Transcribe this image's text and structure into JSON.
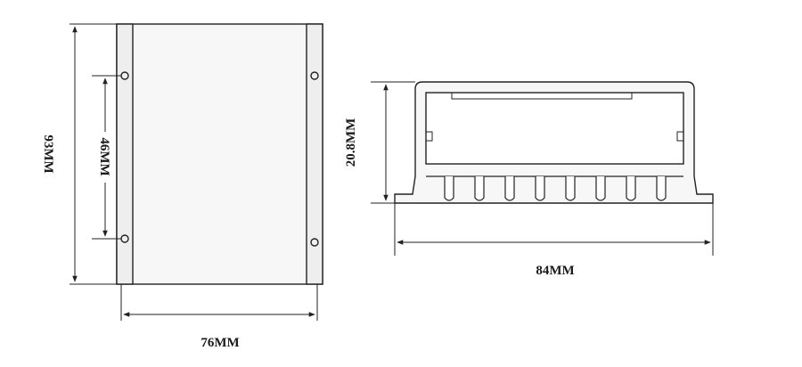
{
  "front_view": {
    "height_label": "93MM",
    "hole_spacing_label": "46MM",
    "width_label": "76MM"
  },
  "side_view": {
    "height_label": "20.8MM",
    "width_label": "84MM"
  },
  "colors": {
    "line": "#222222",
    "plate_fill": "#f4f4f4"
  }
}
